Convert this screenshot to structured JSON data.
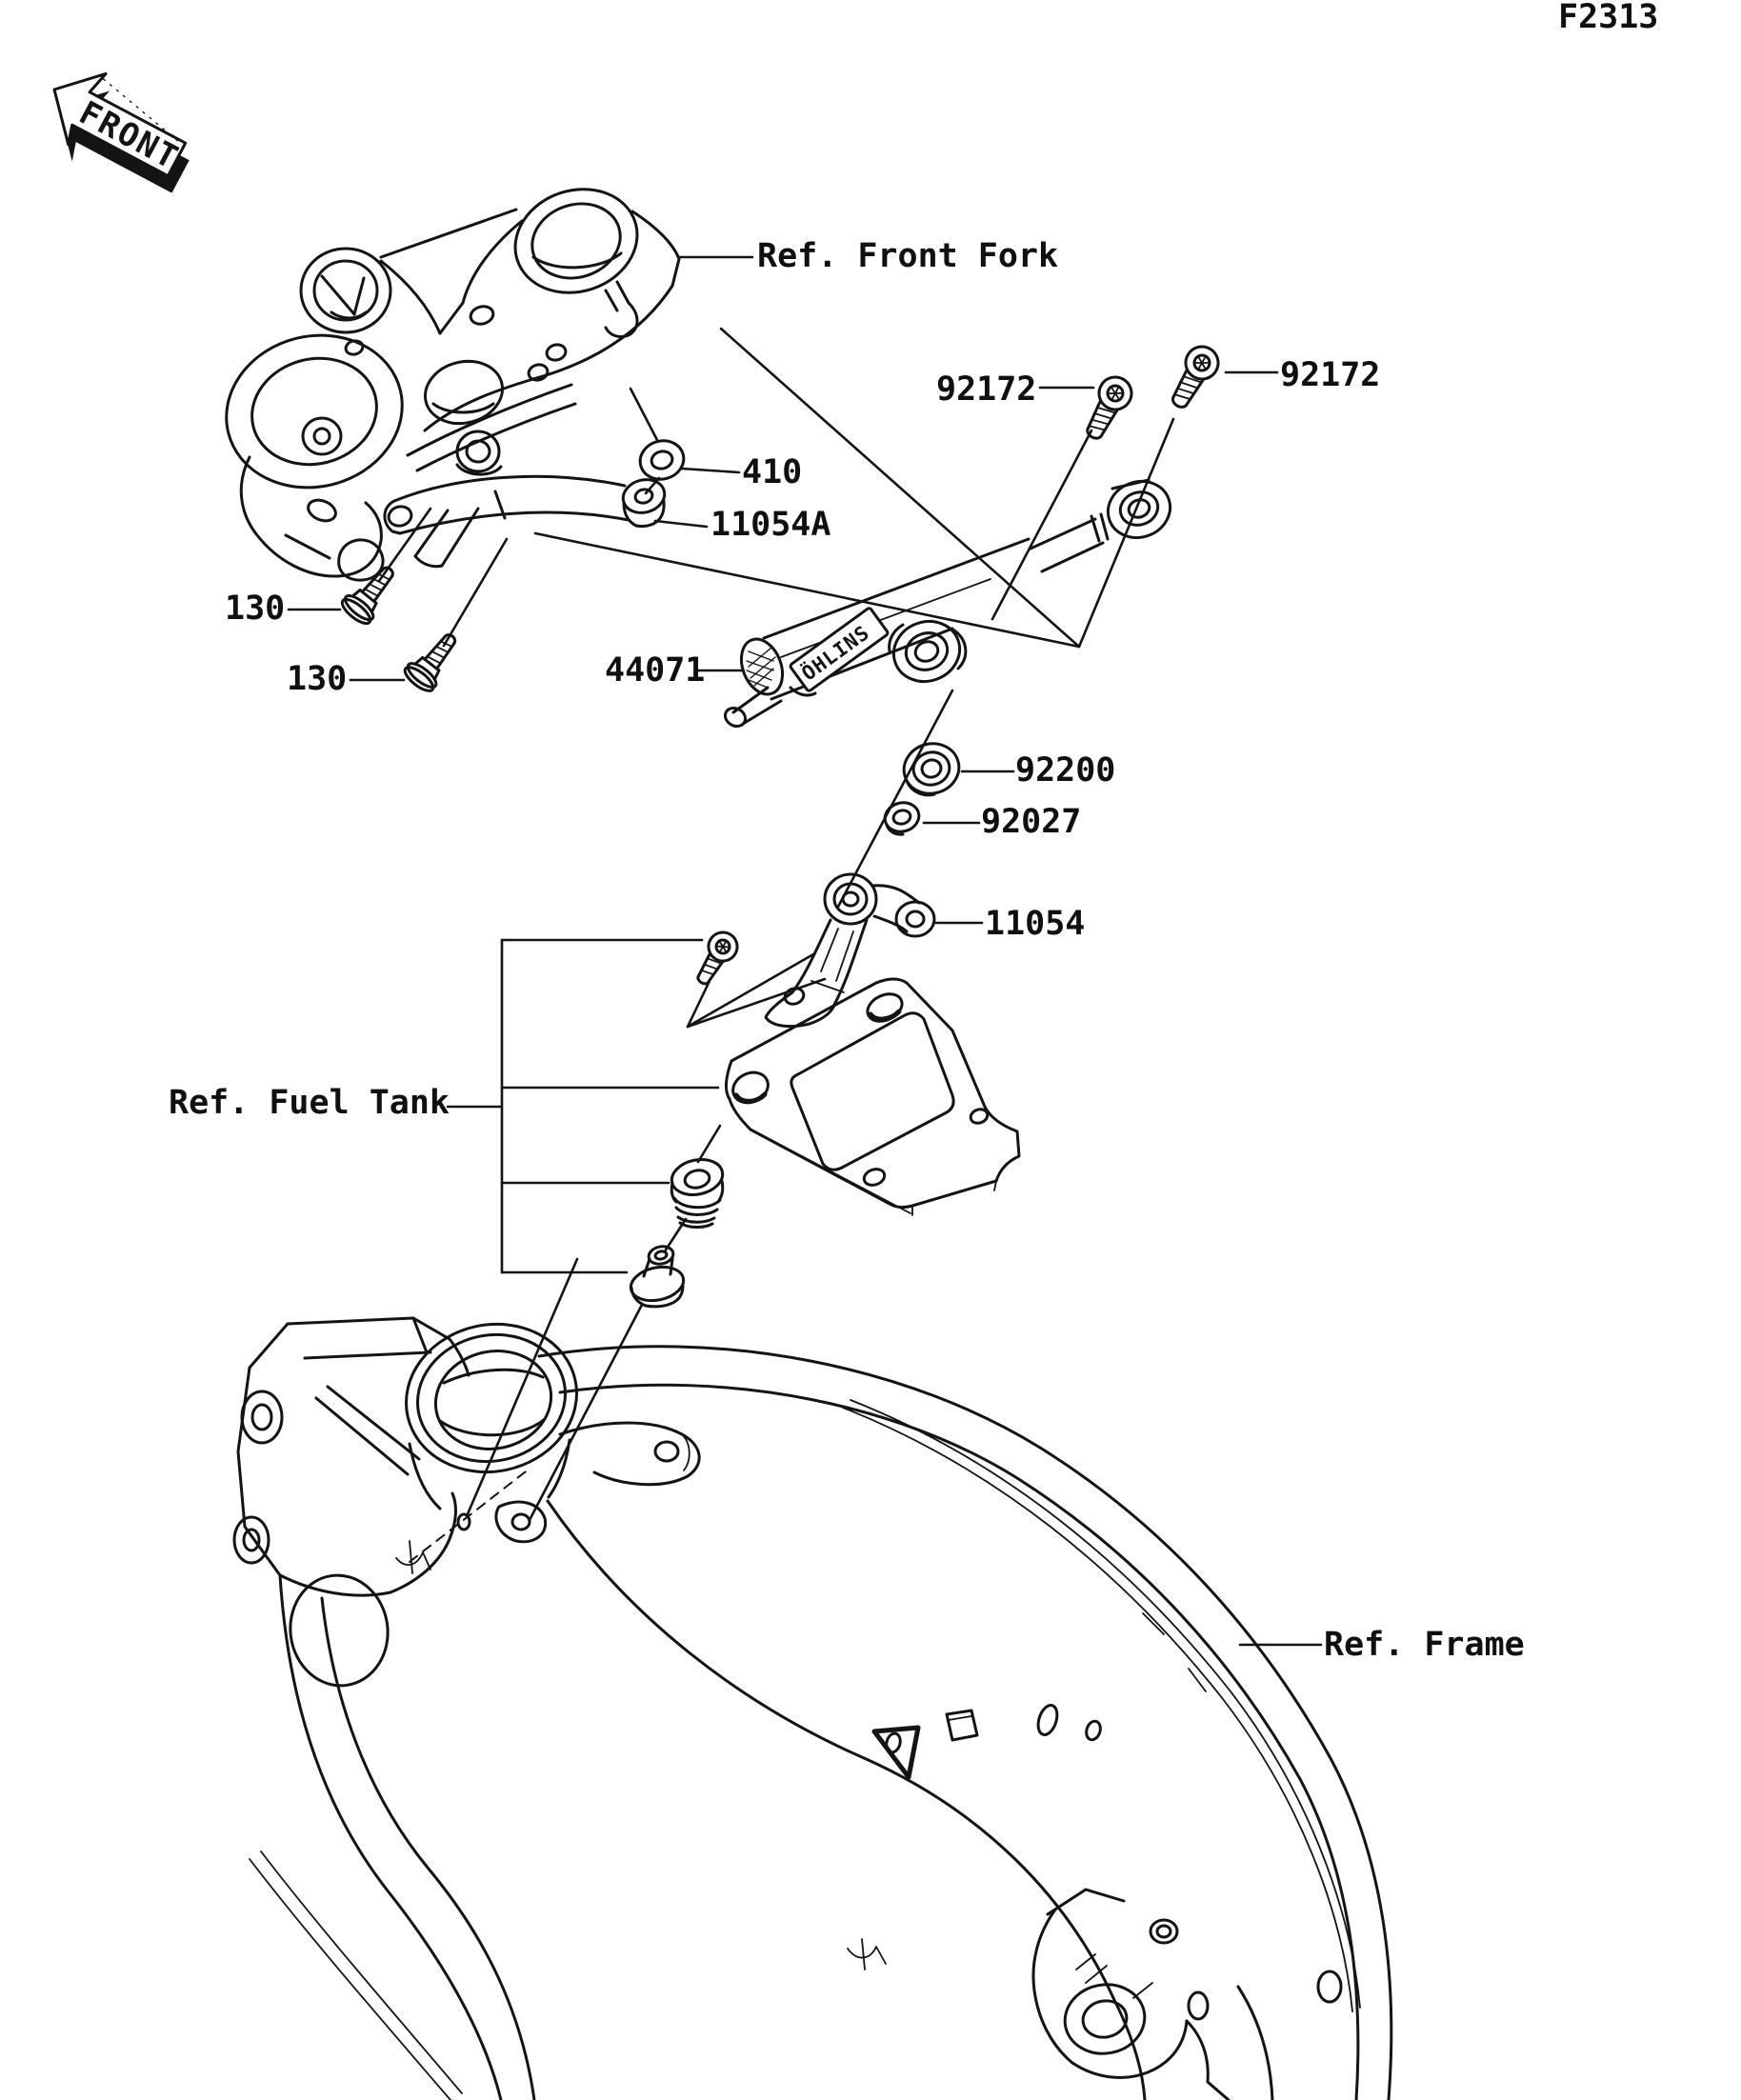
{
  "figure": {
    "code": "F2313",
    "orientation_marker": "FRONT",
    "damper_brand": "ÖHLINS"
  },
  "callouts": {
    "ref_front_fork": "Ref. Front Fork",
    "screw_92172_left": "92172",
    "screw_92172_right": "92172",
    "washer_410": "410",
    "bracket_11054a": "11054A",
    "bolt_130_upper": "130",
    "bolt_130_lower": "130",
    "damper_44071": "44071",
    "washer_92200": "92200",
    "collar_92027": "92027",
    "bracket_11054": "11054",
    "ref_fuel_tank": "Ref. Fuel Tank",
    "ref_frame": "Ref. Frame"
  }
}
